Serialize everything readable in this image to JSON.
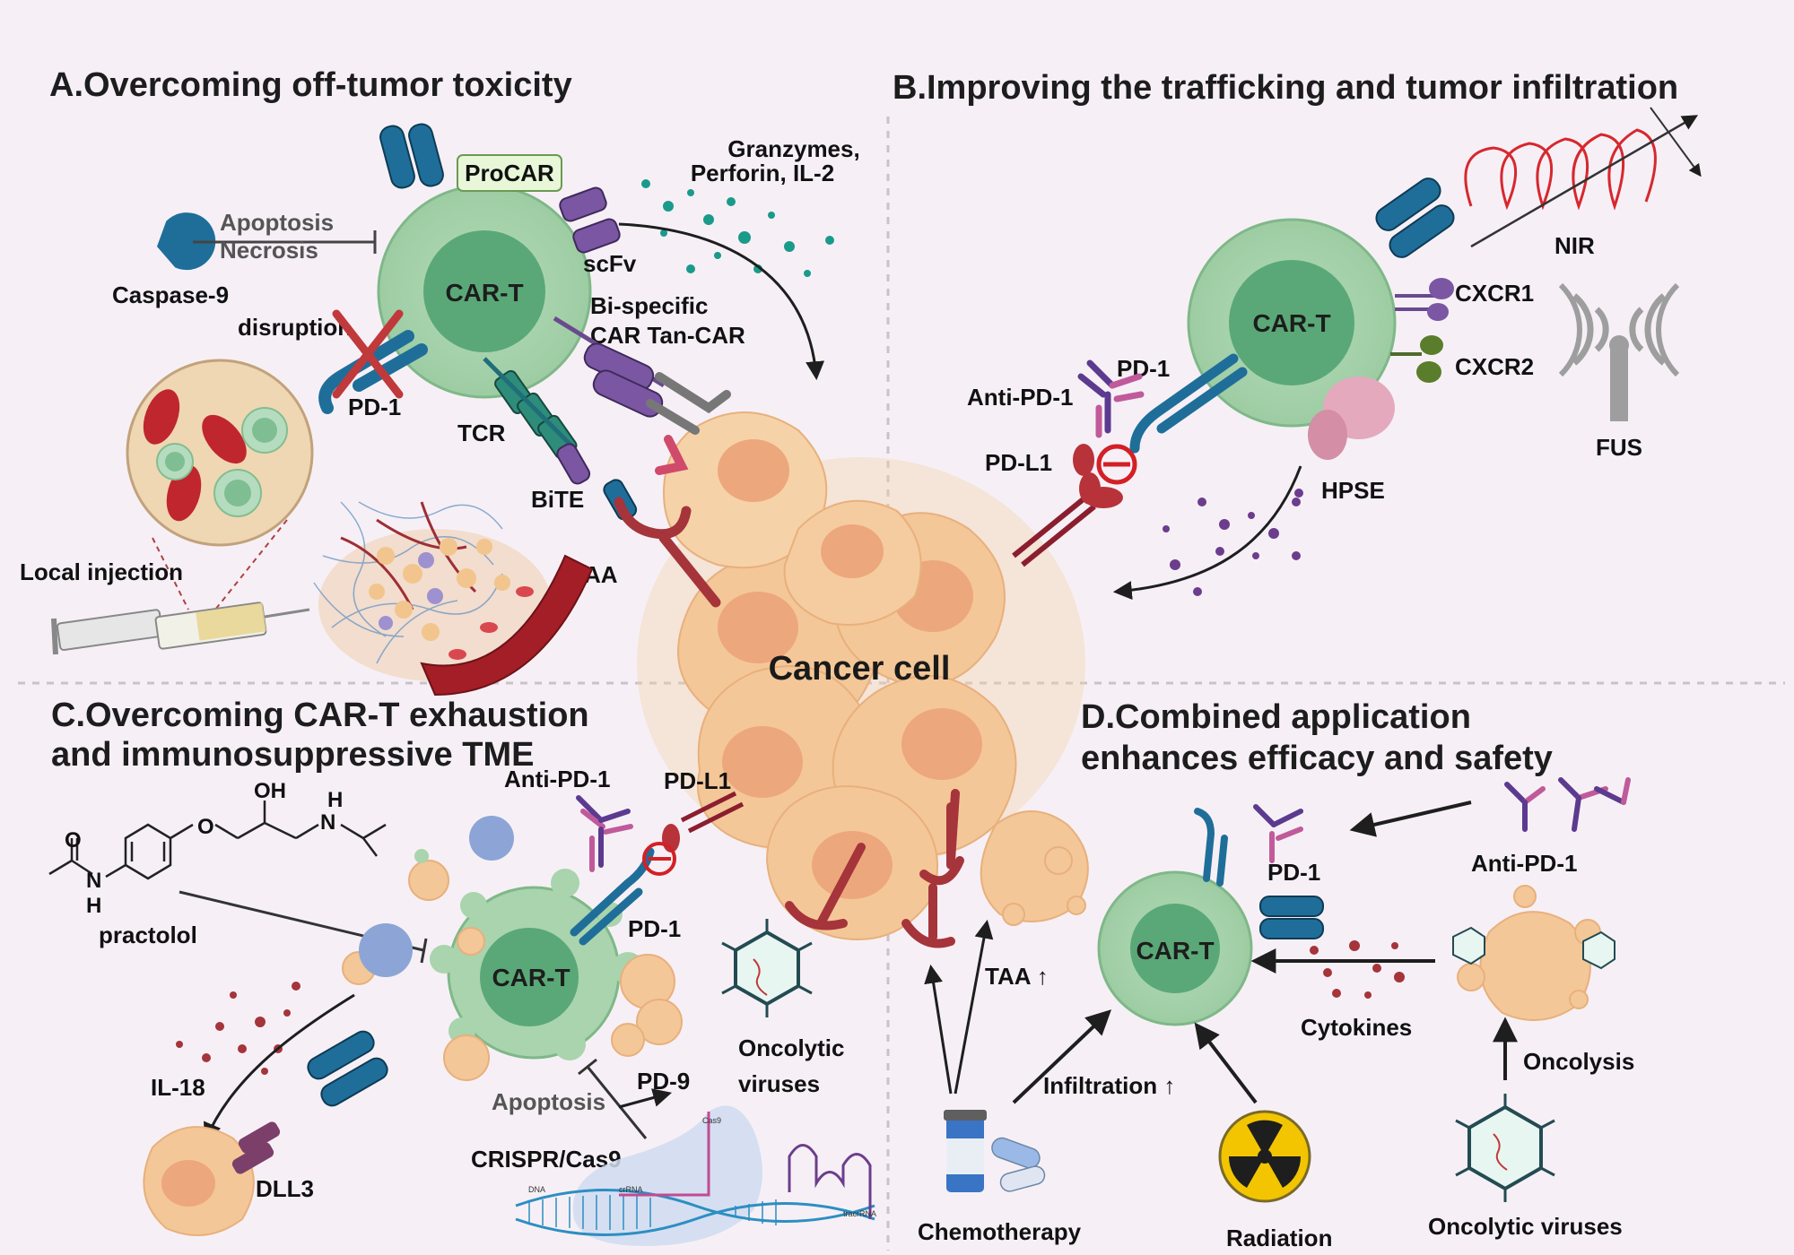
{
  "panels": {
    "a": {
      "title": "A.Overcoming off-tumor toxicity",
      "labels": {
        "procar": "ProCAR",
        "granzymes_line1": "Granzymes,",
        "granzymes_line2": "Perforin, IL-2",
        "apoptosis": "Apoptosis",
        "necrosis": "Necrosis",
        "caspase9": "Caspase-9",
        "scfv": "scFv",
        "cart": "CAR-T",
        "bispecific_line1": "Bi-specific",
        "bispecific_line2": "CAR Tan-CAR",
        "disruption": "disruption",
        "pd1": "PD-1",
        "tcr": "TCR",
        "bite": "BiTE",
        "taa": "TAA",
        "local_injection": "Local injection"
      }
    },
    "b": {
      "title": "B.Improving the trafficking and tumor infiltration",
      "labels": {
        "nir": "NIR",
        "cart": "CAR-T",
        "cxcr1": "CXCR1",
        "cxcr2": "CXCR2",
        "pd1": "PD-1",
        "anti_pd1": "Anti-PD-1",
        "pdl1": "PD-L1",
        "fus": "FUS",
        "hpse": "HPSE"
      }
    },
    "c": {
      "title_line1": "C.Overcoming CAR-T exhaustion",
      "title_line2": "and immunosuppressive TME",
      "labels": {
        "anti_pd1": "Anti-PD-1",
        "pdl1": "PD-L1",
        "oh": "OH",
        "o": "O",
        "n": "N",
        "h": "H",
        "practolol": "practolol",
        "pd1": "PD-1",
        "cart": "CAR-T",
        "oncolytic_line1": "Oncolytic",
        "oncolytic_line2": "viruses",
        "il18": "IL-18",
        "apoptosis": "Apoptosis",
        "pd9": "PD-9",
        "crispr": "CRISPR/Cas9",
        "dll3": "DLL3",
        "dna": "DNA",
        "crrna": "crRNA",
        "tracrrna": "tracrRNA",
        "cas9_small": "Cas9"
      }
    },
    "d": {
      "title_line1": "D.Combined application",
      "title_line2": "enhances efficacy and safety",
      "labels": {
        "pd1": "PD-1",
        "anti_pd1": "Anti-PD-1",
        "cart": "CAR-T",
        "taa_up": "TAA ↑",
        "cytokines": "Cytokines",
        "oncolysis": "Oncolysis",
        "infiltration_up": "Infiltration ↑",
        "chemotherapy": "Chemotherapy",
        "radiation": "Radiation",
        "oncolytic_viruses": "Oncolytic viruses"
      }
    }
  },
  "center": {
    "cancer_cell": "Cancer cell"
  },
  "colors": {
    "background": "#f6f0f6",
    "cart_outer": "#a9d4ad",
    "cart_inner": "#5aa877",
    "cancer": "#f4cda0",
    "cancer_nucleus": "#eda77c",
    "receptor_blue": "#1f6e9a",
    "taa_red": "#a5343b",
    "purple": "#7b56a3",
    "teal_dot": "#1a9a8a"
  }
}
